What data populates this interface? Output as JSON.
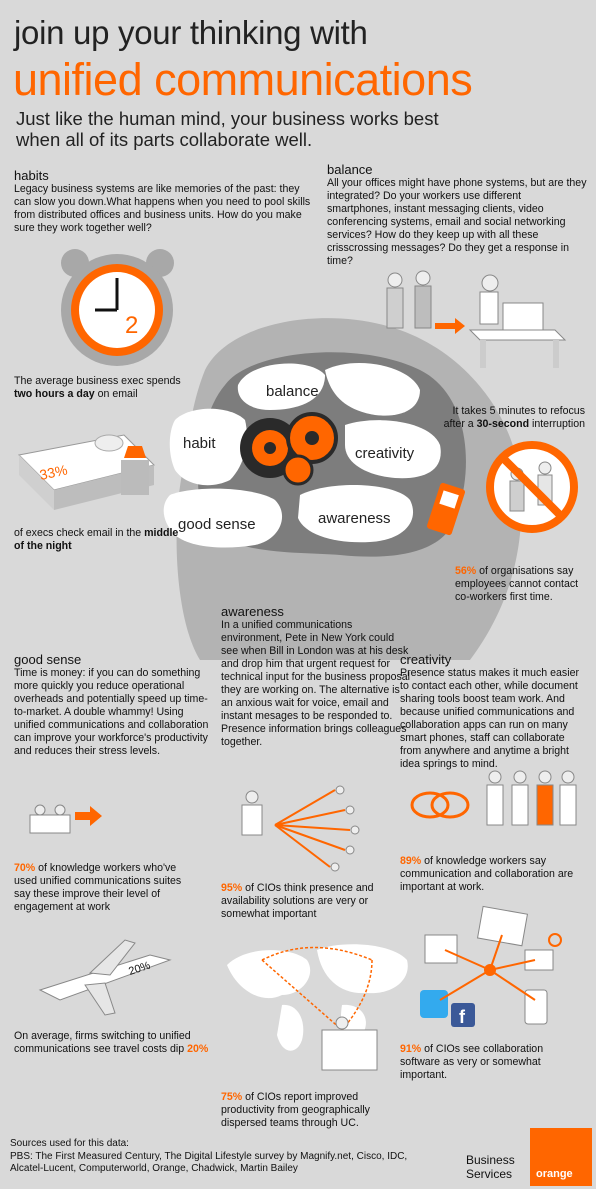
{
  "header": {
    "title_line1": "join up your thinking with",
    "title_line2": "unified communications",
    "subtitle": "Just like the human mind, your business works best when all of its parts collaborate well."
  },
  "habits": {
    "heading": "habits",
    "body": "Legacy business systems are like memories of the past: they can slow you down.What happens when you need to pool skills from distributed offices and business units. How do you make sure they work together well?",
    "clock_digit": "2",
    "stat1_pre": "The average business exec spends ",
    "stat1_bold": "two hours a day",
    "stat1_post": " on email",
    "pillow_stat": "33%",
    "stat2_pre": "of execs check email in the ",
    "stat2_bold": "middle of the night"
  },
  "balance": {
    "heading": "balance",
    "body": "All your offices might have phone systems, but are they integrated? Do your workers use different smartphones, instant messaging clients, video conferencing systems, email and social networking services? How do they keep up with all these crisscrossing messages? Do they get a response in time?",
    "stat1_pre": "It takes 5 minutes to refocus after a ",
    "stat1_bold": "30-second",
    "stat1_post": " interruption",
    "stat2_orange": "56%",
    "stat2_post": " of organisations say employees cannot contact co-workers first time."
  },
  "brain": {
    "labels": [
      "balance",
      "habit",
      "creativity",
      "good sense",
      "awareness"
    ]
  },
  "good_sense": {
    "heading": "good sense",
    "body": "Time is money: if you can do something more quickly you reduce operational overheads and potentially speed up time-to-market. A double whammy! Using unified communications and collaboration can improve your workforce's productivity and reduces their stress levels.",
    "stat1_orange": "70%",
    "stat1_post": " of knowledge workers who've used unified communications suites say these improve their level of engagement at work",
    "plane_stat": "20%",
    "stat2_pre": "On average, firms switching to unified communications see travel costs dip ",
    "stat2_orange": "20%"
  },
  "awareness": {
    "heading": "awareness",
    "body": "In a unified communications environment, Pete in New York could see when Bill in London was at his desk and drop him that urgent request for technical input for the business proposal they are working on. The alternative is an anxious wait for voice, email and instant mesages to be responded to. Presence information brings colleagues together.",
    "stat1_orange": "95%",
    "stat1_post": " of CIOs think presence and availability solutions are very or somewhat important",
    "stat2_orange": "75%",
    "stat2_post": " of CIOs report improved productivity from geographically dispersed teams through UC."
  },
  "creativity": {
    "heading": "creativity",
    "body": "Presence status makes it much easier to contact each other, while document sharing tools boost team work. And because unified communications and collaboration apps can run on many smart phones, staff can collaborate from anywhere and anytime a bright idea springs to mind.",
    "stat1_orange": "89%",
    "stat1_post": " of knowledge workers say communication and collaboration are important at work.",
    "stat2_orange": "91%",
    "stat2_post": " of CIOs see collaboration software as very or somewhat important."
  },
  "footer": {
    "sources_heading": "Sources used for this data:",
    "sources_body": "PBS: The First Measured Century, The Digital Lifestyle survey by Magnify.net, Cisco, IDC, Alcatel-Lucent, Computerworld, Orange, Chadwick, Martin Bailey",
    "business_line1": "Business",
    "business_line2": "Services",
    "logo_text": "orange"
  },
  "colors": {
    "accent": "#ff6600",
    "background": "#d9d9d9",
    "brain": "#8a8a8a",
    "head": "#b3b3b3"
  }
}
